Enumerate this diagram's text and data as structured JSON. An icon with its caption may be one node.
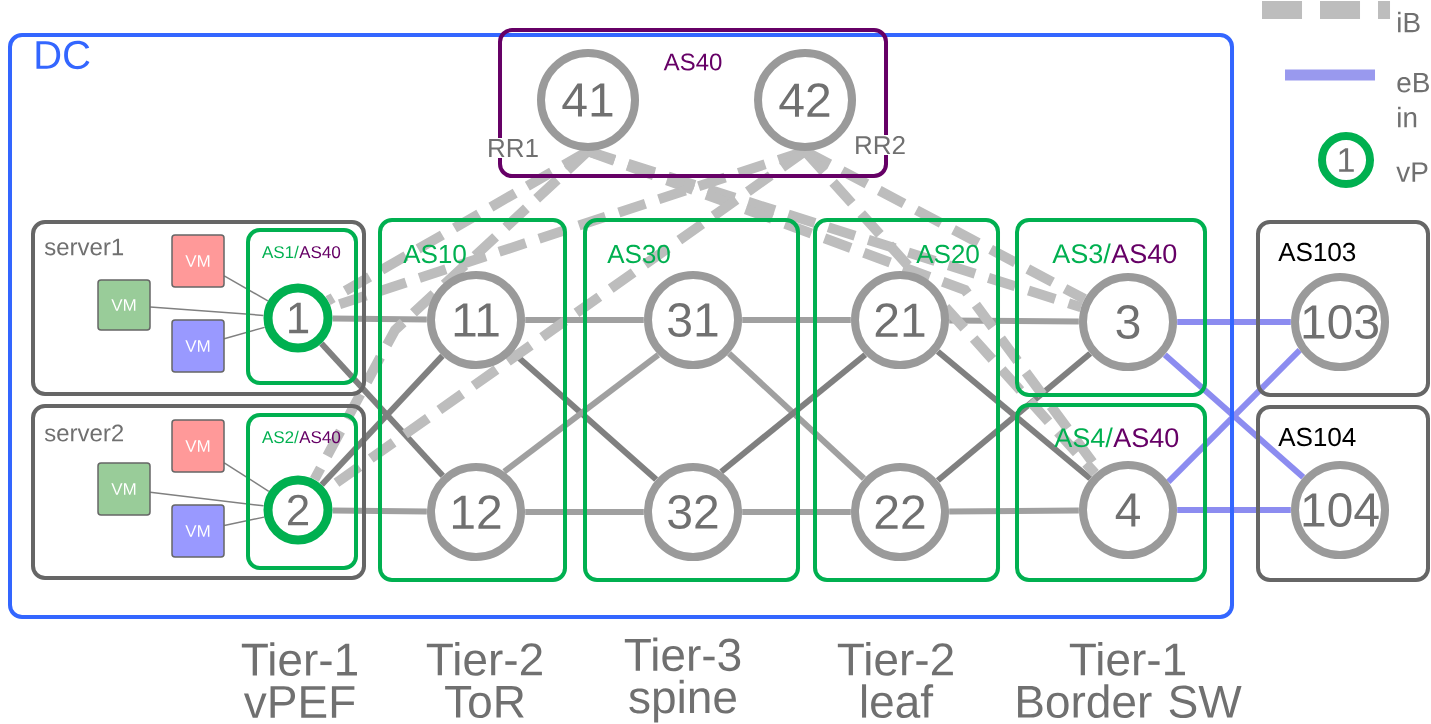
{
  "diagram": {
    "nodes": [
      {
        "text": [
          "DC"
        ]
      },
      {
        "text": [
          "AS40"
        ],
        "in": 0
      },
      {
        "text": [
          "41"
        ],
        "beside": [
          "RR1"
        ],
        "in": 1
      },
      {
        "text": [
          "42"
        ],
        "beside": [
          "RR2"
        ],
        "in": 1
      },
      {
        "text": [
          "server1"
        ],
        "in": 0
      },
      {
        "text": [
          "VM"
        ],
        "in": 4
      },
      {
        "text": [
          "VM"
        ],
        "in": 4
      },
      {
        "text": [
          "VM"
        ],
        "in": 4
      },
      {
        "text": [
          "AS1/",
          "AS40"
        ],
        "in": 4
      },
      {
        "text": [
          "1"
        ],
        "in": 8
      },
      {
        "text": [
          "server2"
        ],
        "in": 0
      },
      {
        "text": [
          "VM"
        ],
        "in": 10
      },
      {
        "text": [
          "VM"
        ],
        "in": 10
      },
      {
        "text": [
          "VM"
        ],
        "in": 10
      },
      {
        "text": [
          "AS2/",
          "AS40"
        ],
        "in": 10
      },
      {
        "text": [
          "2"
        ],
        "in": 14
      },
      {
        "text": [
          "AS10"
        ],
        "in": 0
      },
      {
        "text": [
          "11"
        ],
        "in": 16
      },
      {
        "text": [
          "12"
        ],
        "in": 16
      },
      {
        "text": [
          "AS30"
        ],
        "in": 0
      },
      {
        "text": [
          "31"
        ],
        "in": 19
      },
      {
        "text": [
          "32"
        ],
        "in": 19
      },
      {
        "text": [
          "AS20"
        ],
        "in": 0
      },
      {
        "text": [
          "21"
        ],
        "in": 22
      },
      {
        "text": [
          "22"
        ],
        "in": 22
      },
      {
        "text": [
          "AS3/",
          "AS40"
        ],
        "in": 0
      },
      {
        "text": [
          "3"
        ],
        "in": 25
      },
      {
        "text": [
          "AS4/",
          "AS40"
        ],
        "in": 0
      },
      {
        "text": [
          "4"
        ],
        "in": 27
      },
      {
        "text": [
          "AS103"
        ]
      },
      {
        "text": [
          "103"
        ],
        "in": 29
      },
      {
        "text": [
          "AS104"
        ]
      },
      {
        "text": [
          "104"
        ],
        "in": 31
      }
    ],
    "edges": [
      {
        "from": 5,
        "to": 9,
        "arrow": "none",
        "color": "#808080"
      },
      {
        "from": 6,
        "to": 9,
        "arrow": "none",
        "color": "#808080"
      },
      {
        "from": 7,
        "to": 9,
        "arrow": "none",
        "color": "#808080"
      },
      {
        "from": 11,
        "to": 15,
        "arrow": "none",
        "color": "#808080"
      },
      {
        "from": 12,
        "to": 15,
        "arrow": "none",
        "color": "#808080"
      },
      {
        "from": 13,
        "to": 15,
        "arrow": "none",
        "color": "#808080"
      },
      {
        "from": 9,
        "to": 17,
        "arrow": "none"
      },
      {
        "from": 9,
        "to": 18,
        "arrow": "none",
        "color": "#808080"
      },
      {
        "from": 15,
        "to": 17,
        "arrow": "none",
        "color": "#808080"
      },
      {
        "from": 15,
        "to": 18,
        "arrow": "none"
      },
      {
        "from": 17,
        "to": 20,
        "arrow": "none"
      },
      {
        "from": 17,
        "to": 21,
        "arrow": "none",
        "color": "#808080"
      },
      {
        "from": 18,
        "to": 20,
        "arrow": "none"
      },
      {
        "from": 18,
        "to": 21,
        "arrow": "none"
      },
      {
        "from": 20,
        "to": 23,
        "arrow": "none"
      },
      {
        "from": 20,
        "to": 24,
        "arrow": "none"
      },
      {
        "from": 21,
        "to": 23,
        "arrow": "none",
        "color": "#808080"
      },
      {
        "from": 21,
        "to": 24,
        "arrow": "none"
      },
      {
        "from": 23,
        "to": 26,
        "arrow": "none"
      },
      {
        "from": 23,
        "to": 28,
        "arrow": "none",
        "color": "#808080"
      },
      {
        "from": 24,
        "to": 26,
        "arrow": "none",
        "color": "#808080"
      },
      {
        "from": 24,
        "to": 28,
        "arrow": "none"
      },
      {
        "from": 2,
        "to": 9,
        "arrow": "none",
        "style": "dashed"
      },
      {
        "from": 2,
        "to": 15,
        "arrow": "none",
        "style": "dashed"
      },
      {
        "from": 2,
        "to": 26,
        "arrow": "none",
        "style": "dashed"
      },
      {
        "from": 2,
        "to": 28,
        "arrow": "none",
        "style": "dashed"
      },
      {
        "from": 3,
        "to": 9,
        "arrow": "none",
        "style": "dashed"
      },
      {
        "from": 3,
        "to": 15,
        "arrow": "none",
        "style": "dashed"
      },
      {
        "from": 3,
        "to": 26,
        "arrow": "none",
        "style": "dashed"
      },
      {
        "from": 3,
        "to": 28,
        "arrow": "none",
        "style": "dashed"
      },
      {
        "from": 26,
        "to": 30,
        "arrow": "none",
        "color": "#8c8cf0"
      },
      {
        "from": 26,
        "to": 32,
        "arrow": "none",
        "color": "#8c8cf0"
      },
      {
        "from": 28,
        "to": 30,
        "arrow": "none",
        "color": "#8c8cf0"
      },
      {
        "from": 28,
        "to": 32,
        "arrow": "none",
        "color": "#8c8cf0"
      }
    ],
    "labels": [
      "Tier-1 vPEF",
      "Tier-2 ToR",
      "Tier-3 spine",
      "Tier-2 leaf",
      "Tier-1 Border SW",
      "1"
    ],
    "legend": [
      {
        "text": "iB"
      },
      {
        "text": "eB in"
      },
      {
        "text": "vP"
      }
    ]
  }
}
